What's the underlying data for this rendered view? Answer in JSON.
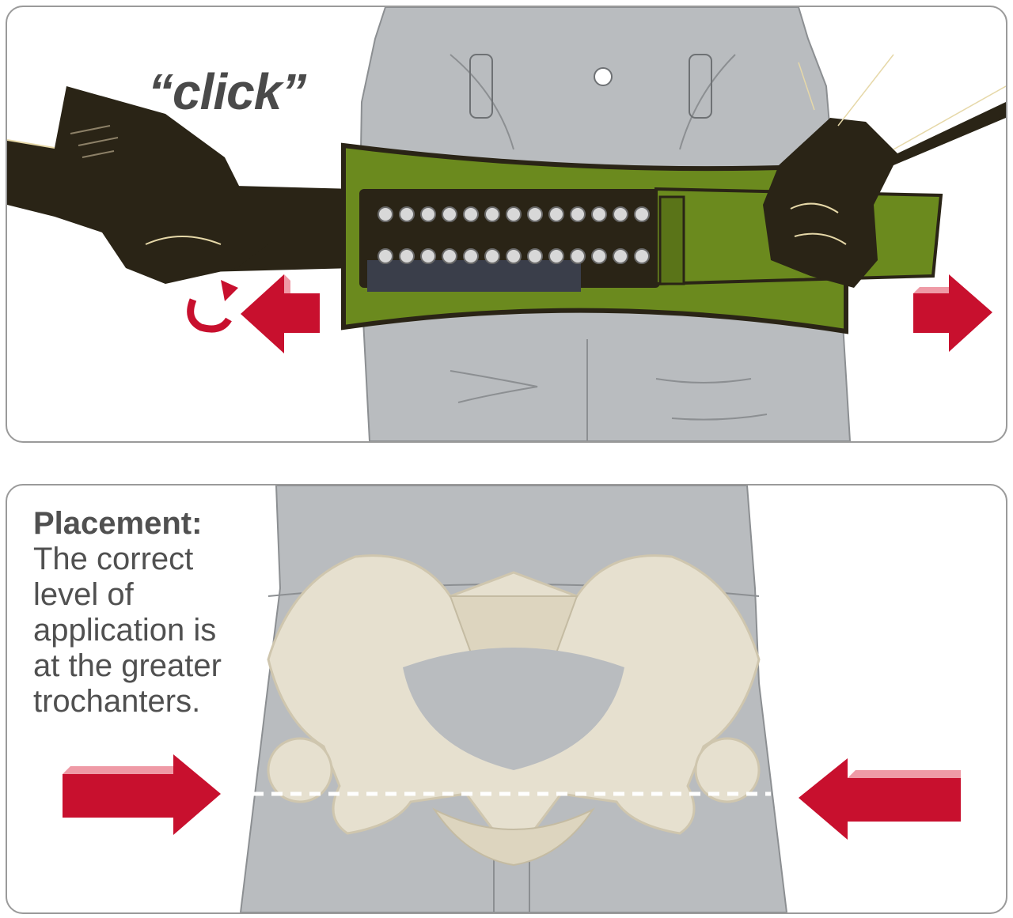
{
  "top_panel": {
    "sound_label": "“click”"
  },
  "bottom_panel": {
    "placement_heading": "Placement:",
    "placement_text": "The correct\nlevel of\napplication is\nat the greater\ntrochanters."
  },
  "colors": {
    "arrow_red": "#c8102e",
    "jeans_gray": "#b9bcbf",
    "belt_green": "#6b8a1e",
    "glove_black": "#2a2416",
    "bone": "#e6e0cf"
  },
  "icons": [
    "pull-left-arrow-icon",
    "pull-right-arrow-icon",
    "rotate-arrow-icon",
    "push-right-arrow-icon",
    "push-left-arrow-icon"
  ]
}
